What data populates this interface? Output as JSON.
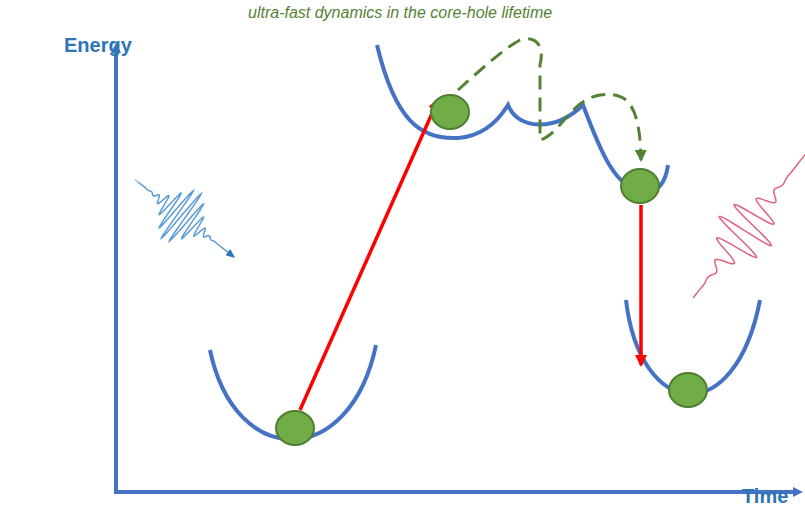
{
  "diagram": {
    "labels": [
      "ultra-fast dynamics in the core-hole lifetime",
      "Energy",
      "Time"
    ]
  }
}
